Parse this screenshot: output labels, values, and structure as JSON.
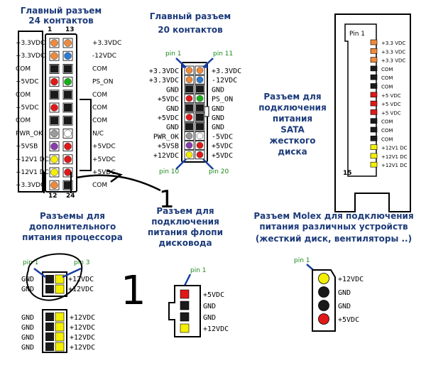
{
  "colors": {
    "orange": "#f08a3a",
    "blue": "#2e7bd0",
    "black": "#1a1a1a",
    "red": "#e01818",
    "green": "#18b018",
    "gray": "#9a9a9a",
    "white": "#ffffff",
    "purple": "#8a3bb0",
    "yellow": "#f4f000",
    "title": "#1d3b7a",
    "pinGreen": "#1a8a1a",
    "arrow": "#1a3fa0"
  },
  "c24": {
    "title1": "Главный разъем",
    "title2": "24 контактов",
    "top_left_num": "1",
    "top_right_num": "13",
    "bottom_left_num": "12",
    "bottom_right_num": "24",
    "left_labels": [
      "+3.3VDC",
      "+3.3VDC",
      "COM",
      "+5VDC",
      "COM",
      "+5VDC",
      "COM",
      "PWR_OK",
      "+5VSB",
      "+12V1 DC",
      "+12V1 DC",
      "+3.3VDC"
    ],
    "right_labels": [
      "+3.3VDC",
      "-12VDC",
      "COM",
      "PS_ON",
      "COM",
      "COM",
      "COM",
      "N/C",
      "+5VDC",
      "+5VDC",
      "+5VDC",
      "COM"
    ],
    "left_colors": [
      "orange",
      "orange",
      "black",
      "red",
      "black",
      "red",
      "black",
      "gray",
      "purple",
      "yellow",
      "yellow",
      "orange"
    ],
    "right_colors": [
      "orange",
      "blue",
      "black",
      "green",
      "black",
      "black",
      "black",
      "white",
      "red",
      "red",
      "red",
      "black"
    ]
  },
  "c20": {
    "title1": "Главный разъем",
    "title2": "20 контактов",
    "pin1": "pin 1",
    "pin11": "pin 11",
    "pin10": "pin 10",
    "pin20": "pin 20",
    "left_labels": [
      "+3.3VDC",
      "+3.3VDC",
      "GND",
      "+5VDC",
      "GND",
      "+5VDC",
      "GND",
      "PWR_OK",
      "+5VSB",
      "+12VDC"
    ],
    "right_labels": [
      "+3.3VDC",
      "-12VDC",
      "GND",
      "PS_ON",
      "GND",
      "GND",
      "GND",
      "-5VDC",
      "+5VDC",
      "+5VDC"
    ],
    "left_colors": [
      "orange",
      "orange",
      "black",
      "red",
      "black",
      "red",
      "black",
      "gray",
      "purple",
      "yellow"
    ],
    "right_colors": [
      "orange",
      "blue",
      "black",
      "green",
      "black",
      "black",
      "black",
      "white",
      "red",
      "red"
    ]
  },
  "sata": {
    "pin1": "Pin 1",
    "pin15": "15",
    "title": [
      "Разъем для",
      "подключения",
      "питания",
      "SATA",
      "жесткого",
      "диска"
    ],
    "labels": [
      "+3.3 VDC",
      "+3.3 VDC",
      "+3.3 VDC",
      "COM",
      "COM",
      "COM",
      "+5 VDC",
      "+5 VDC",
      "+5 VDC",
      "COM",
      "COM",
      "COM",
      "+12V1 DC",
      "+12V1 DC",
      "+12V1 DC"
    ],
    "colors": [
      "orange",
      "orange",
      "orange",
      "black",
      "black",
      "black",
      "red",
      "red",
      "red",
      "black",
      "black",
      "black",
      "yellow",
      "yellow",
      "yellow"
    ]
  },
  "cpu": {
    "title1": "Разъемы для",
    "title2": "дополнительного",
    "title3": "питания процессора",
    "pin1": "pin 1",
    "pin3": "pin 3",
    "small_left": [
      "GND",
      "GND"
    ],
    "small_right": [
      "+12VDC",
      "+12VDC"
    ],
    "big_left": [
      "GND",
      "GND",
      "GND",
      "GND"
    ],
    "big_right": [
      "+12VDC",
      "+12VDC",
      "+12VDC",
      "+12VDC"
    ]
  },
  "floppy": {
    "title1": "Разъем для",
    "title2": "подключения",
    "title3": "питания флопи",
    "title4": "дисковода",
    "pin1": "pin 1",
    "labels": [
      "+5VDC",
      "GND",
      "GND",
      "+12VDC"
    ],
    "colors": [
      "red",
      "black",
      "black",
      "yellow"
    ]
  },
  "molex": {
    "title1": "Разъем Molex для подключения",
    "title2": "питания различных устройств",
    "title3": "(жесткий диск, вентиляторы ..)",
    "pin1": "pin 1",
    "labels": [
      "+12VDC",
      "GND",
      "GND",
      "+5VDC"
    ],
    "colors": [
      "yellow",
      "black",
      "black",
      "red"
    ]
  },
  "annotations": {
    "digit_top": "1",
    "digit_bottom": "1"
  }
}
